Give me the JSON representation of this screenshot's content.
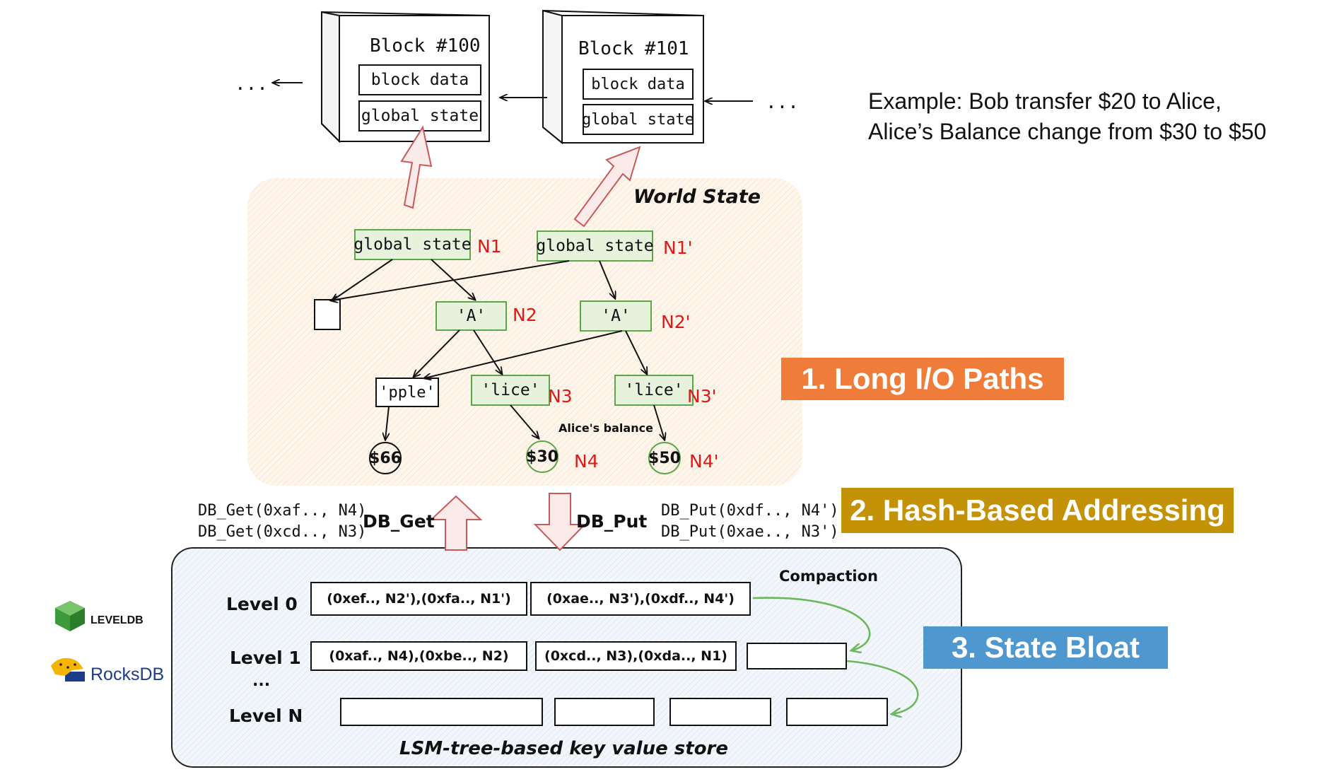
{
  "example": {
    "line1": "Example: Bob transfer $20 to Alice,",
    "line2": "Alice’s Balance change from $30 to $50"
  },
  "blocks": [
    {
      "title": "Block #100",
      "data_label": "block data",
      "state_label": "global state"
    },
    {
      "title": "Block #101",
      "data_label": "block data",
      "state_label": "global state"
    }
  ],
  "ellipsis_left": "...",
  "ellipsis_right": "...",
  "world_state": {
    "title": "World State",
    "nodes": {
      "gs_left": {
        "label": "global state",
        "tag": "N1"
      },
      "gs_right": {
        "label": "global state",
        "tag": "N1'"
      },
      "a_left": {
        "label": "'A'",
        "tag": "N2"
      },
      "a_right": {
        "label": "'A'",
        "tag": "N2'"
      },
      "pple": {
        "label": "'pple'"
      },
      "lice_left": {
        "label": "'lice'",
        "tag": "N3"
      },
      "lice_right": {
        "label": "'lice'",
        "tag": "N3'"
      },
      "v66": {
        "label": "$66"
      },
      "v30": {
        "label": "$30",
        "tag": "N4"
      },
      "v50": {
        "label": "$50",
        "tag": "N4'"
      }
    },
    "balance_note": "Alice's balance"
  },
  "db_ops": {
    "get_calls": [
      "DB_Get(0xaf.., N4)",
      "DB_Get(0xcd.., N3)"
    ],
    "get_label": "DB_Get",
    "put_label": "DB_Put",
    "put_calls": [
      "DB_Put(0xdf.., N4')",
      "DB_Put(0xae.., N3')"
    ]
  },
  "issues": [
    {
      "label": "1. Long I/O Paths",
      "color": "#ef7d39"
    },
    {
      "label": "2. Hash-Based Addressing",
      "color": "#c39207"
    },
    {
      "label": "3. State Bloat",
      "color": "#4f98cf"
    }
  ],
  "lsm": {
    "title": "LSM-tree-based key value store",
    "compaction": "Compaction",
    "levels": [
      "Level 0",
      "Level 1",
      "...",
      "Level N"
    ],
    "level0": [
      "(0xef.., N2'),(0xfa.., N1')",
      "(0xae.., N3'),(0xdf.., N4')"
    ],
    "level1": [
      "(0xaf.., N4),(0xbe.., N2)",
      "(0xcd.., N3),(0xda.., N1)"
    ]
  },
  "logos": {
    "leveldb": "LEVELDB",
    "rocksdb": "RocksDB"
  },
  "colors": {
    "node_border": "#5aa84a",
    "node_fill": "#e6f2dc",
    "world_bg": "#fdeedd",
    "lsm_bg": "#edf3fa",
    "arrow_red": "#c85a5a",
    "compaction_green": "#6db85a"
  }
}
